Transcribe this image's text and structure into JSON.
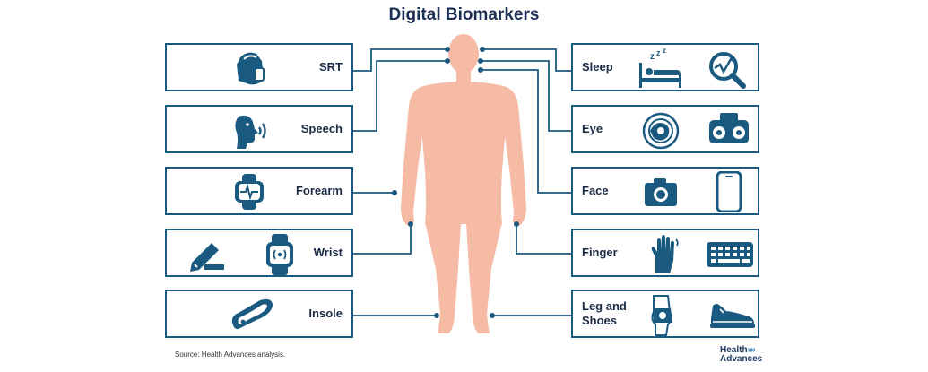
{
  "title": "Digital Biomarkers",
  "left_boxes": [
    {
      "label": "SRT",
      "icon": "backpack-icon"
    },
    {
      "label": "Speech",
      "icon": "speaking-head-icon"
    },
    {
      "label": "Forearm",
      "icon": "armband-sensor-icon"
    },
    {
      "label": "Wrist",
      "icon": "smartwatch-icon"
    },
    {
      "label": "Insole",
      "icon": "insole-icon"
    }
  ],
  "right_boxes": [
    {
      "label": "Sleep",
      "icon": "sleeping-person-icon"
    },
    {
      "label": "Eye",
      "icon": "eye-scan-icon"
    },
    {
      "label": "Face",
      "icon": "camera-icon"
    },
    {
      "label": "Finger",
      "icon": "hand-icon"
    },
    {
      "label": "Leg and Shoes",
      "icon": "sneaker-icon"
    }
  ],
  "source": "Source:  Health Advances analysis.",
  "logo": {
    "line1": "Health",
    "line2": "Advances",
    "chevrons": "»»"
  },
  "colors": {
    "accent": "#1b5a80",
    "body": "#f5bba4",
    "text": "#1b2a44"
  }
}
